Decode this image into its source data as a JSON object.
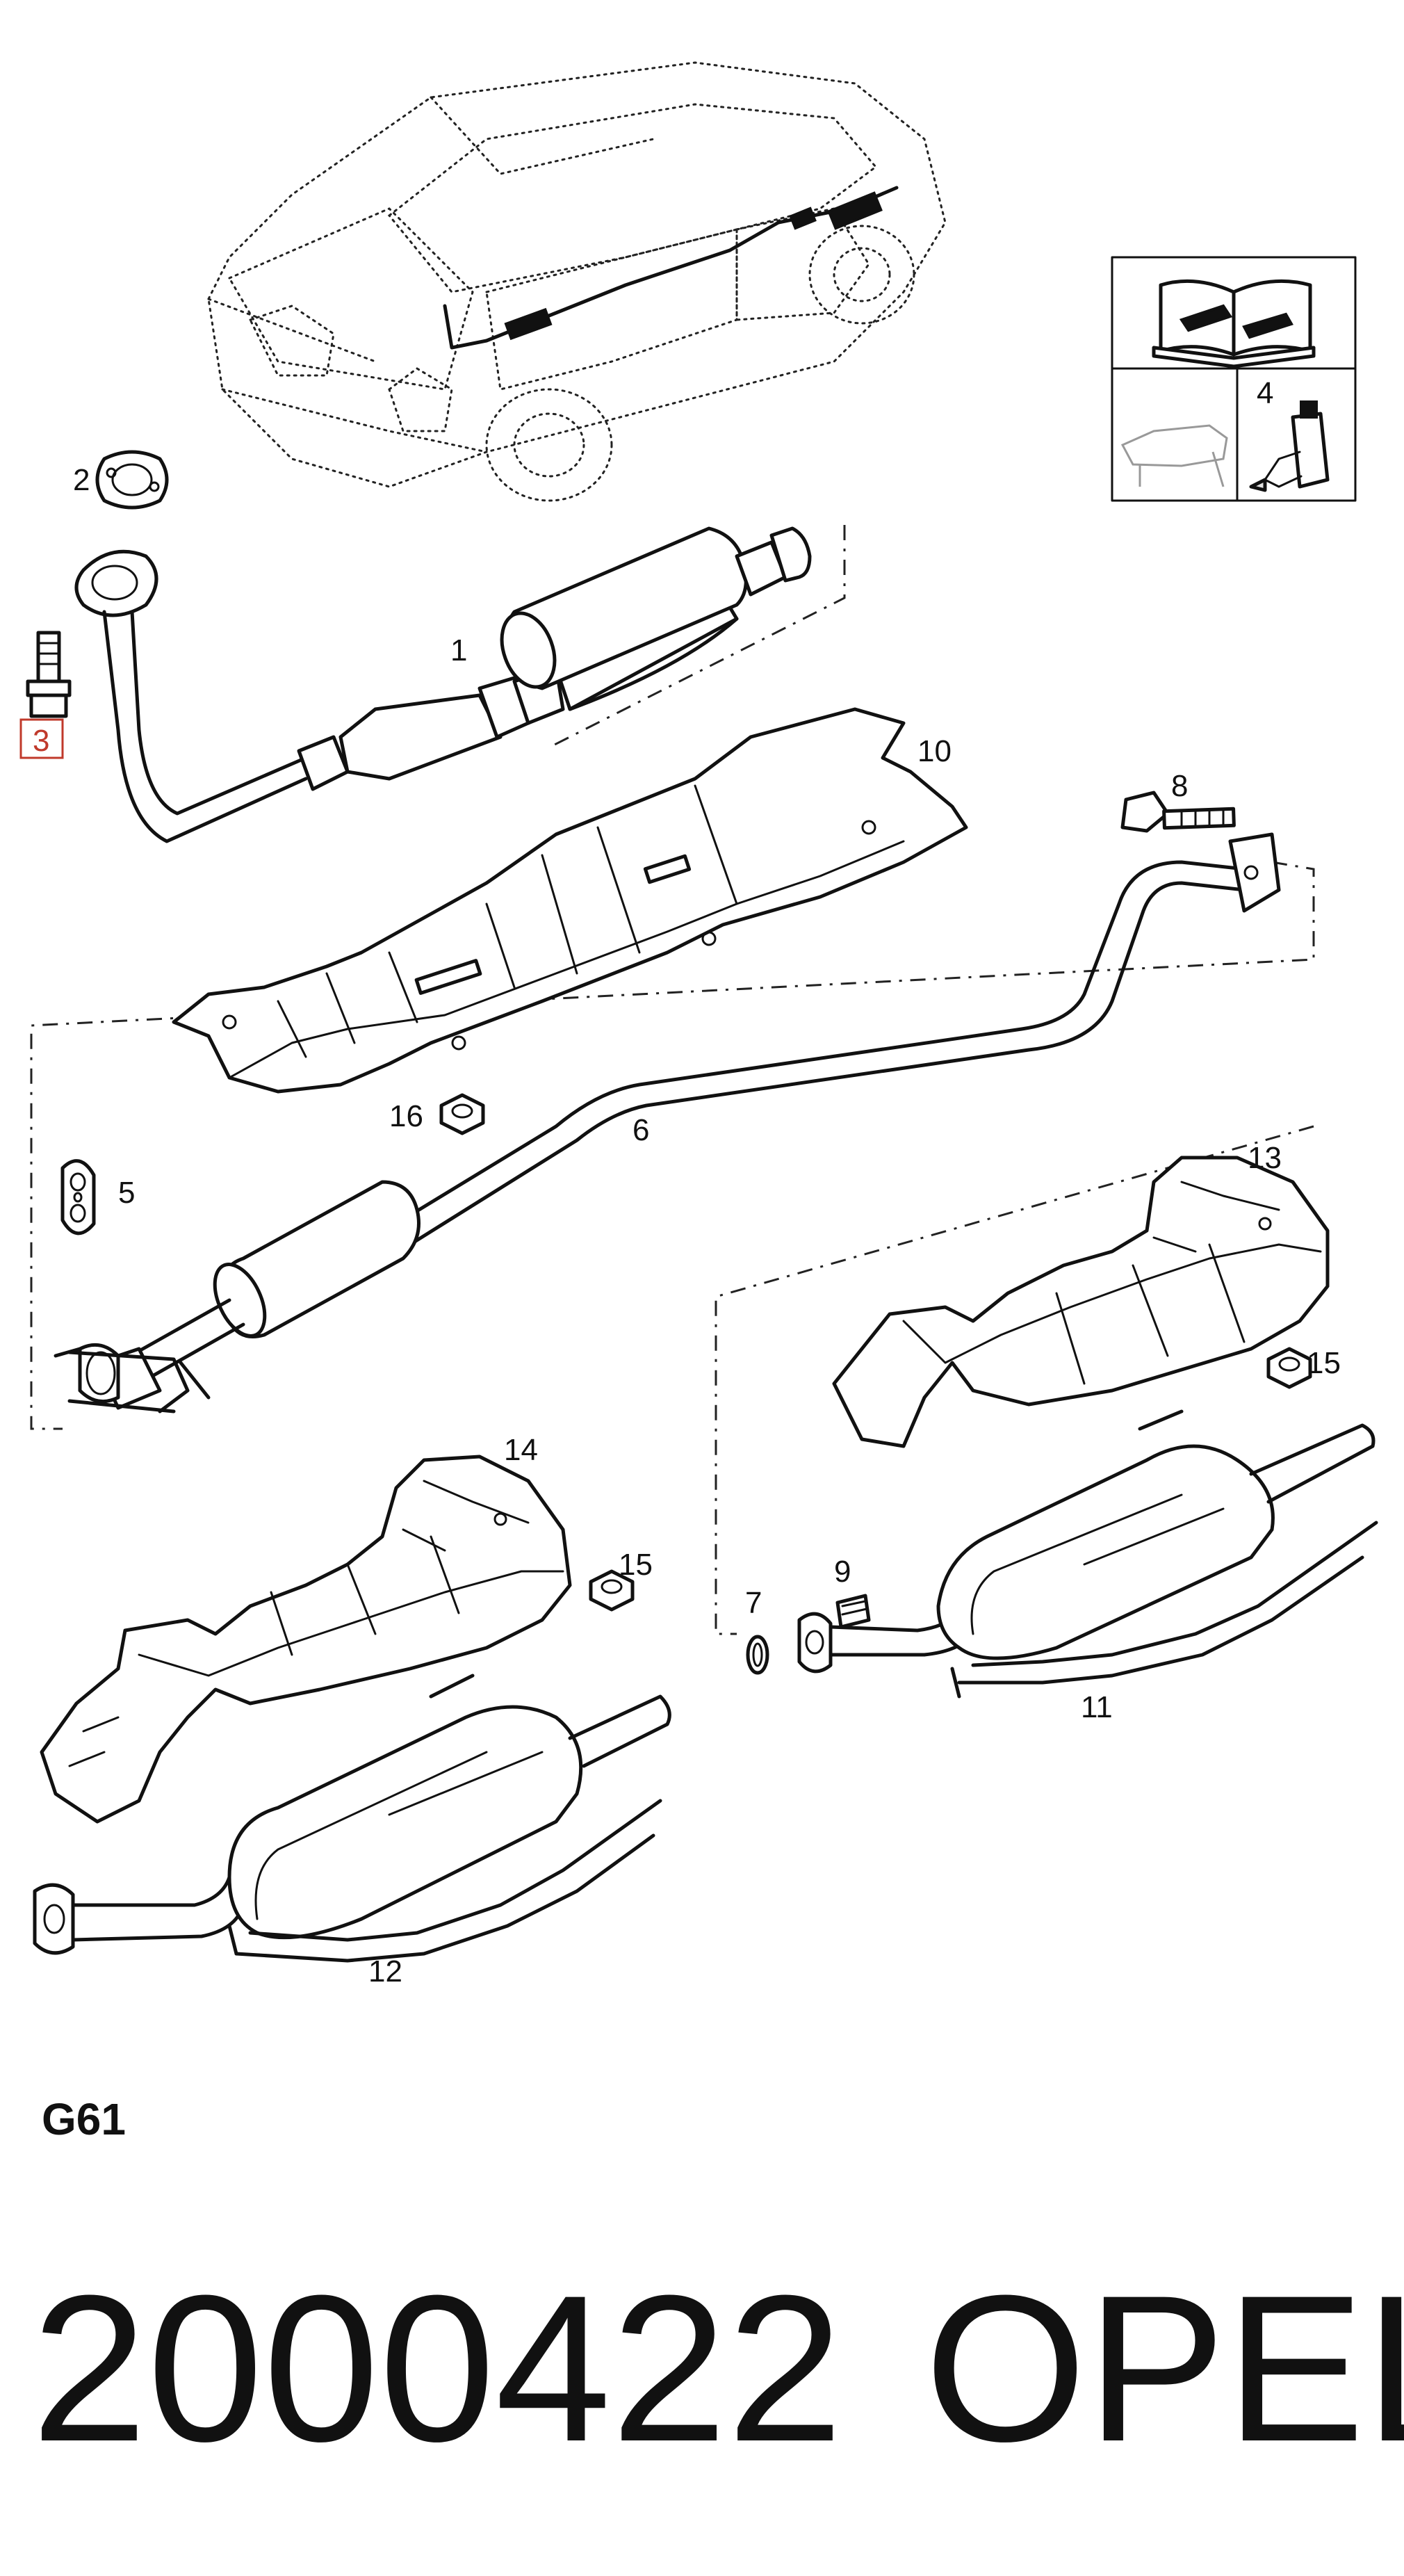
{
  "diagram_code": "G61",
  "part_number": "2000422",
  "brand": "OPEL",
  "callouts": [
    "1",
    "2",
    "3",
    "4",
    "5",
    "6",
    "7",
    "8",
    "9",
    "10",
    "11",
    "12",
    "13",
    "14",
    "15",
    "15",
    "16"
  ],
  "highlight_color": "#c0392b",
  "icons": [
    "repair-manual-icon",
    "sealant-tube-icon",
    "vehicle-lift-icon"
  ]
}
